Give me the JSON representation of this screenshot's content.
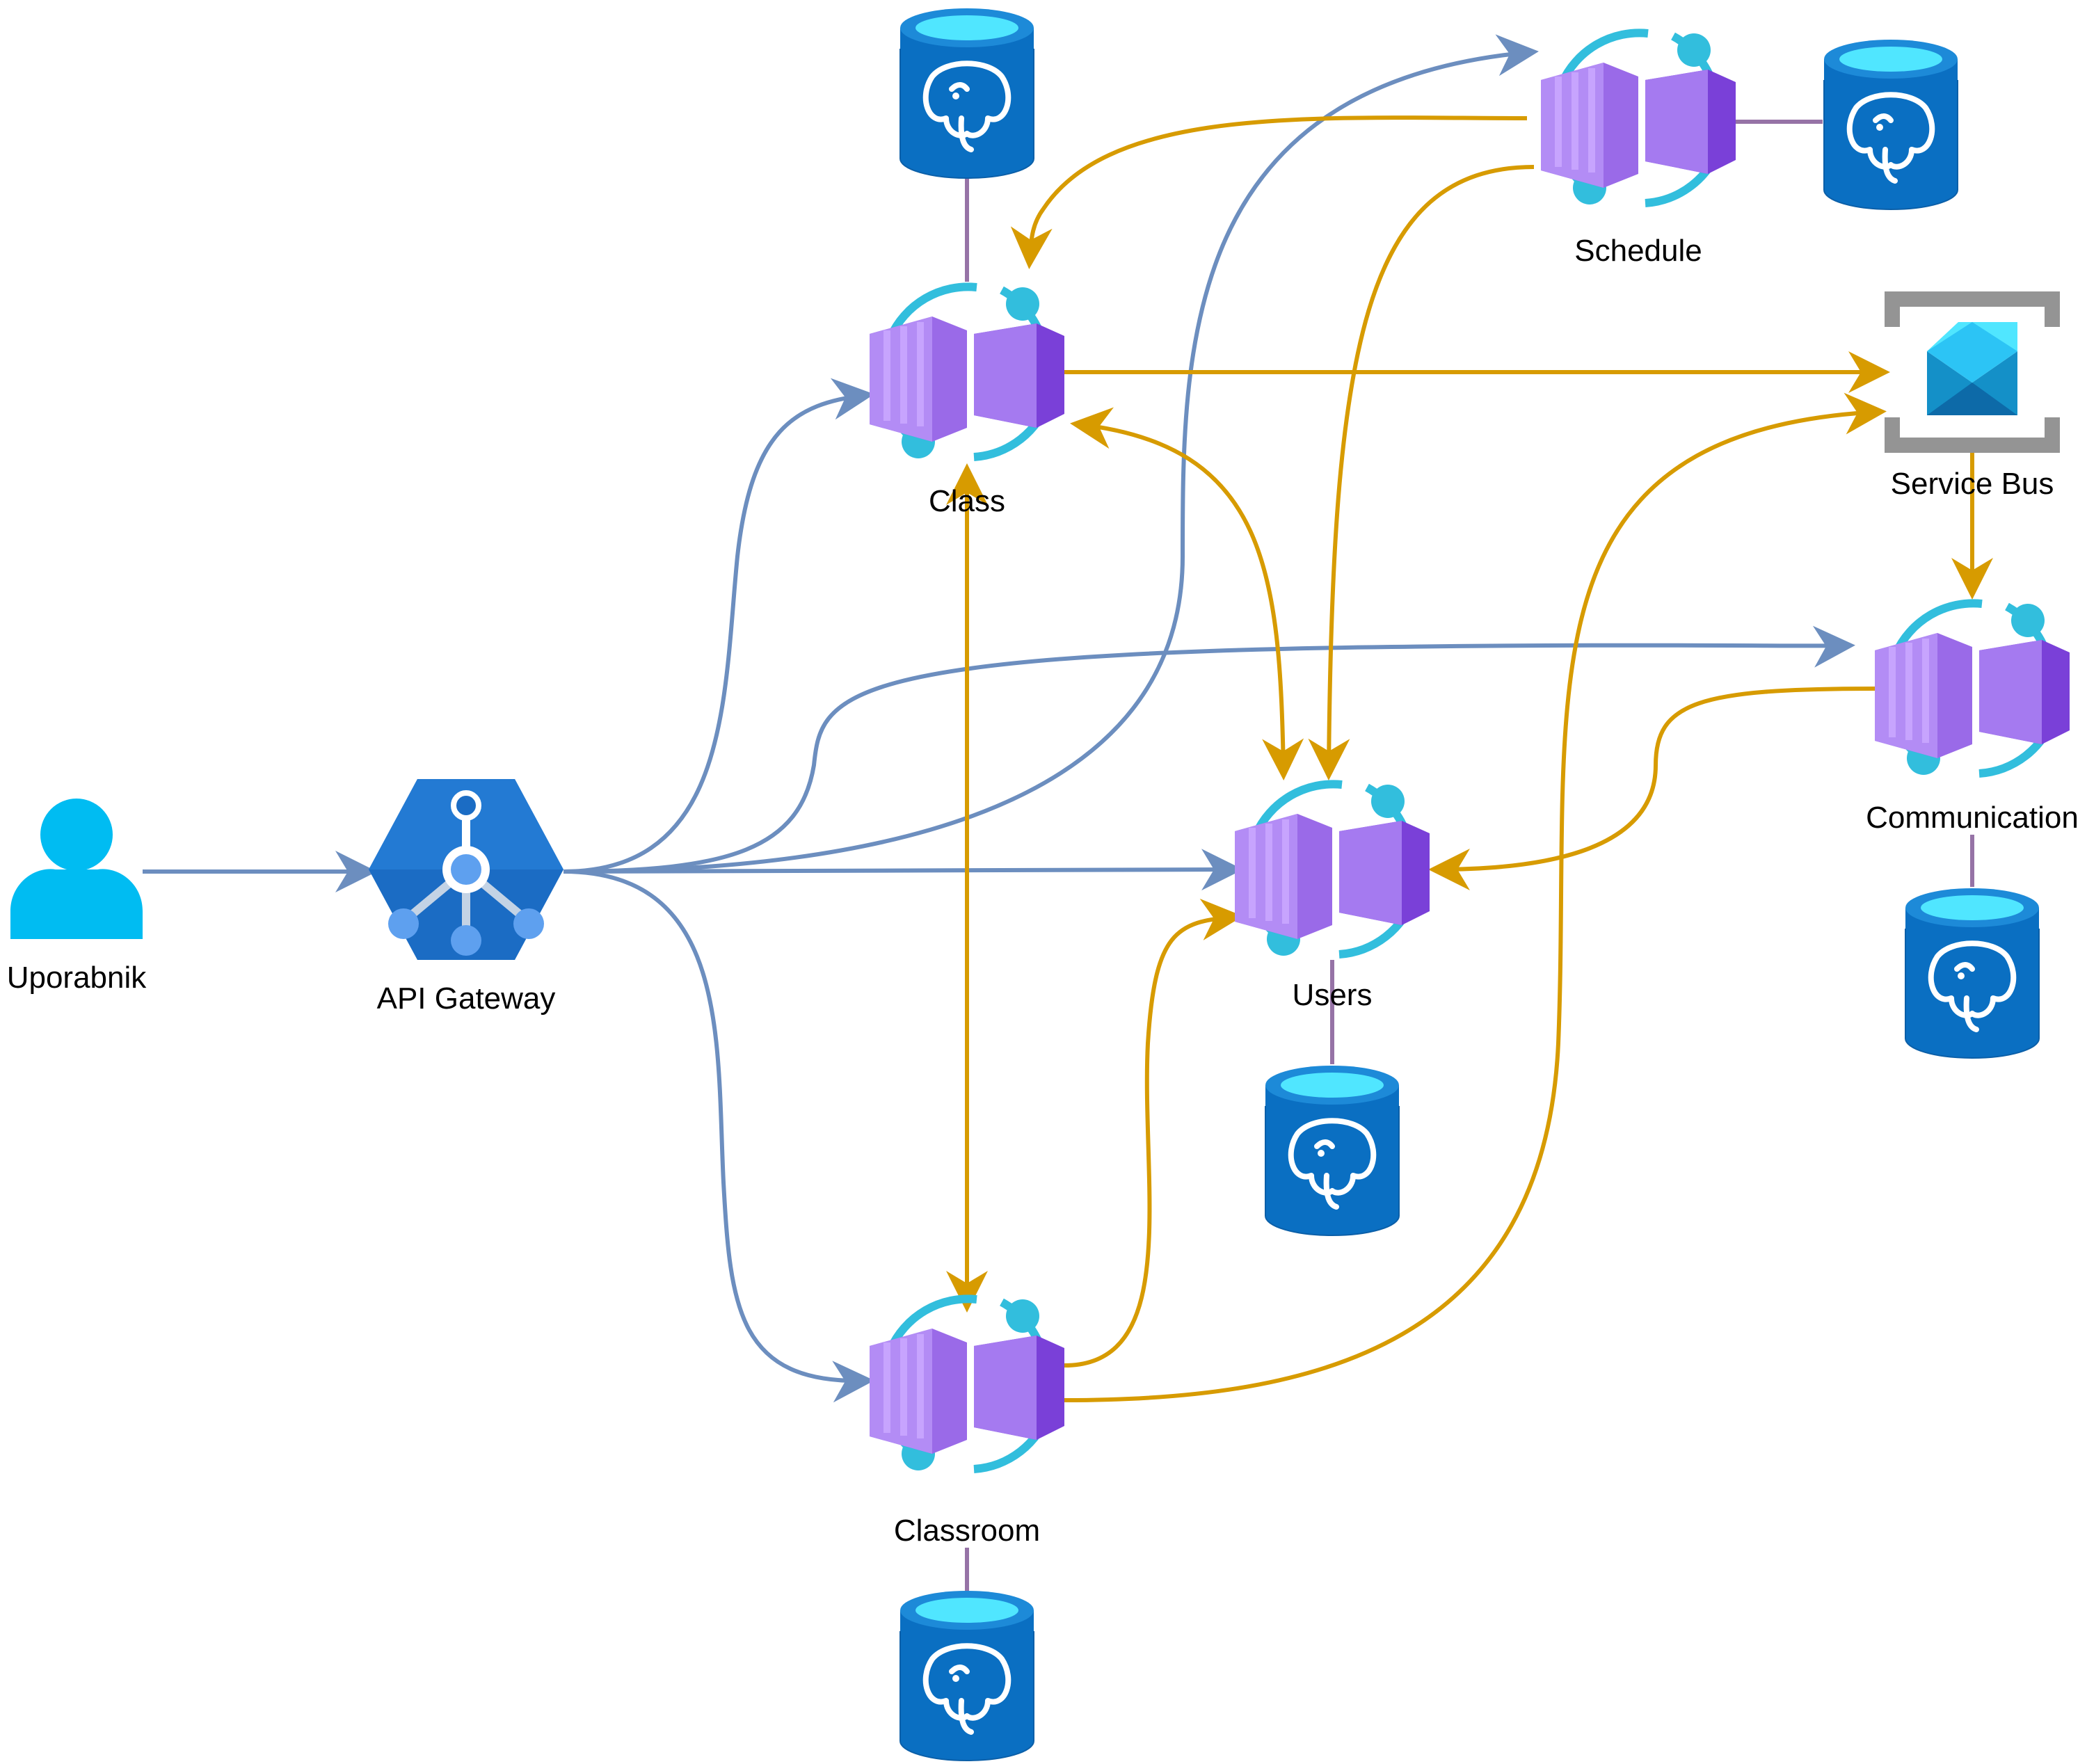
{
  "colors": {
    "sync": "#6c8ebf",
    "async": "#d79b00",
    "db_link": "#9673a6",
    "container_light": "#b38cf5",
    "container_mid": "#9a6ae8",
    "container_dark": "#7a40d8",
    "ring": "#32bedd",
    "db_top": "#50e6ff",
    "db_body": "#0a6fc2",
    "gateway": "#1b6cc4",
    "user": "#00bcf2",
    "bus_frame": "#949494",
    "bus_top": "#50e6ff",
    "bus_bottom": "#1490c8"
  },
  "nodes": {
    "user": {
      "label": "Uporabnik",
      "icon": "user-icon"
    },
    "gateway": {
      "label": "API Gateway",
      "icon": "api-gateway-icon"
    },
    "class": {
      "label": "Class",
      "icon": "container-app-icon"
    },
    "schedule": {
      "label": "Schedule",
      "icon": "container-app-icon"
    },
    "service_bus": {
      "label": "Service Bus",
      "icon": "service-bus-icon"
    },
    "communication": {
      "label": "Communication",
      "icon": "container-app-icon"
    },
    "users": {
      "label": "Users",
      "icon": "container-app-icon"
    },
    "classroom": {
      "label": "Classroom",
      "icon": "container-app-icon"
    }
  },
  "databases": [
    "class",
    "schedule",
    "users",
    "communication",
    "classroom"
  ],
  "database_icon": "postgresql-database-icon"
}
